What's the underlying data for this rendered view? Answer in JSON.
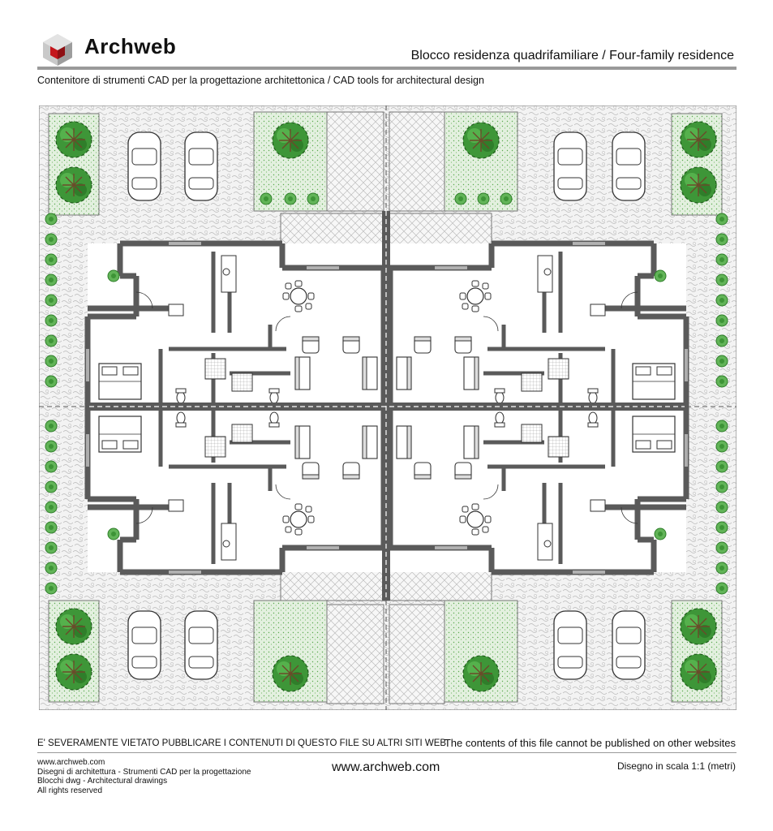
{
  "header": {
    "brand": "Archweb",
    "title": "Blocco residenza quadrifamiliare / Four-family residence",
    "subtitle": "Contenitore di strumenti CAD per la progettazione architettonica  /  CAD tools for architectural design"
  },
  "footer": {
    "warning_it": "E' SEVERAMENTE VIETATO PUBBLICARE I CONTENUTI DI QUESTO FILE SU ALTRI SITI WEB",
    "warning_en": "The contents of this file cannot be published on other websites",
    "left_lines": [
      "www.archweb.com",
      "Disegni di architettura - Strumenti CAD  per la progettazione",
      "Blocchi dwg - Architectural drawings",
      "All rights reserved"
    ],
    "site": "www.archweb.com",
    "scale": "Disegno in scala 1:1 (metri)"
  },
  "colors": {
    "wall": "#5a5a5a",
    "paving": "#efefef",
    "grass": "#d9ecd5",
    "tree": "#3f9a3a",
    "logo_red": "#c4161c"
  }
}
